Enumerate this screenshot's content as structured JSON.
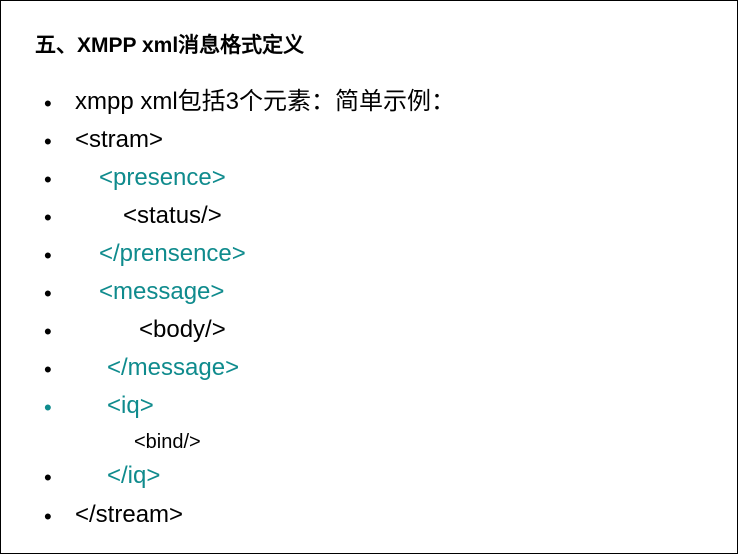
{
  "title": "五、XMPP xml消息格式定义",
  "colors": {
    "teal": "#0f8b8d",
    "black": "#000000"
  },
  "lines": [
    {
      "bullet": "•",
      "text": "xmpp xml包括3个元素：简单示例：",
      "color": "black"
    },
    {
      "bullet": "•",
      "text": "<stram>",
      "color": "black"
    },
    {
      "bullet": "•",
      "text": "<presence>",
      "color": "teal"
    },
    {
      "bullet": "•",
      "text": "<status/>",
      "color": "black"
    },
    {
      "bullet": "•",
      "text": "</prensence>",
      "color": "teal"
    },
    {
      "bullet": "•",
      "text": "<message>",
      "color": "teal"
    },
    {
      "bullet": "•",
      "text": "<body/>",
      "color": "black"
    },
    {
      "bullet": "•",
      "text": "</message>",
      "color": "teal"
    },
    {
      "bullet": "•",
      "text": "<iq>",
      "color": "teal"
    },
    {
      "bullet": "",
      "text": "<bind/>",
      "color": "black"
    },
    {
      "bullet": "•",
      "text": "</iq>",
      "color": "teal"
    },
    {
      "bullet": "•",
      "text": "</stream>",
      "color": "black"
    }
  ]
}
